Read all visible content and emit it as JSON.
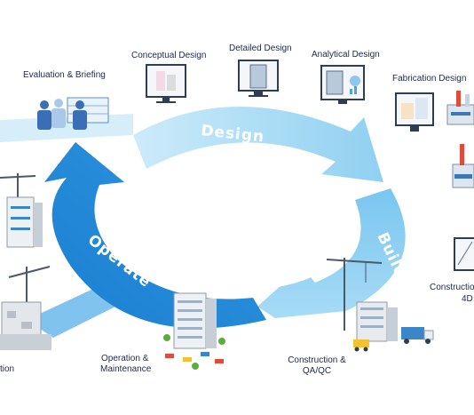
{
  "cycle": {
    "design": "Design",
    "build": "Build",
    "operate": "Operate"
  },
  "stages": {
    "evaluation": "Evaluation & Briefing",
    "conceptual": "Conceptual Design",
    "detailed": "Detailed Design",
    "analytical": "Analytical Design",
    "fabrication": "Fabrication Design",
    "construction_4d_line1": "Construction",
    "construction_4d_line2": "4D",
    "qa_line1": "Construction &",
    "qa_line2": "QA/QC",
    "operation_line1": "Operation &",
    "operation_line2": "Maintenance",
    "demolition_fragment": "tion"
  },
  "colors": {
    "design_arc": "#a9dcf5",
    "build_arc": "#8ed0f2",
    "operate_arc": "#1f86d6",
    "label_text": "#1b2a4a"
  },
  "icons": [
    "team-icon",
    "monitor-icon",
    "building-icon",
    "factory-icon",
    "crane-icon",
    "truck-icon",
    "car-icon",
    "tree-icon"
  ]
}
